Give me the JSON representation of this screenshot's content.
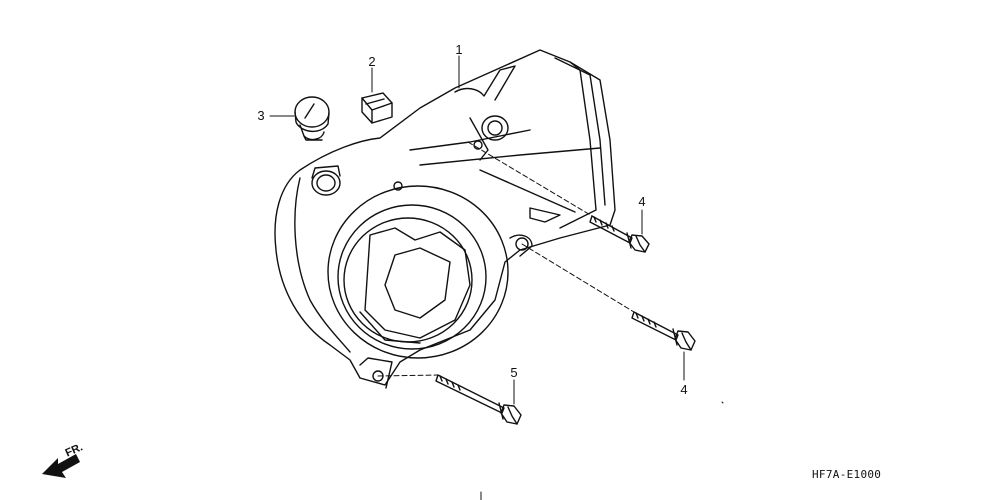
{
  "parts": [
    {
      "ref": "1",
      "name": "cover-case"
    },
    {
      "ref": "2",
      "name": "grommet"
    },
    {
      "ref": "3",
      "name": "oil-filler-cap"
    },
    {
      "ref": "4",
      "name": "flange-bolt"
    },
    {
      "ref": "4",
      "name": "flange-bolt"
    },
    {
      "ref": "5",
      "name": "flange-bolt"
    }
  ],
  "callouts": {
    "part_1": "1",
    "part_2": "2",
    "part_3": "3",
    "part_4_upper": "4",
    "part_4_lower": "4",
    "part_5": "5"
  },
  "direction_label": "FR.",
  "diagram_code": "HF7A-E1000"
}
